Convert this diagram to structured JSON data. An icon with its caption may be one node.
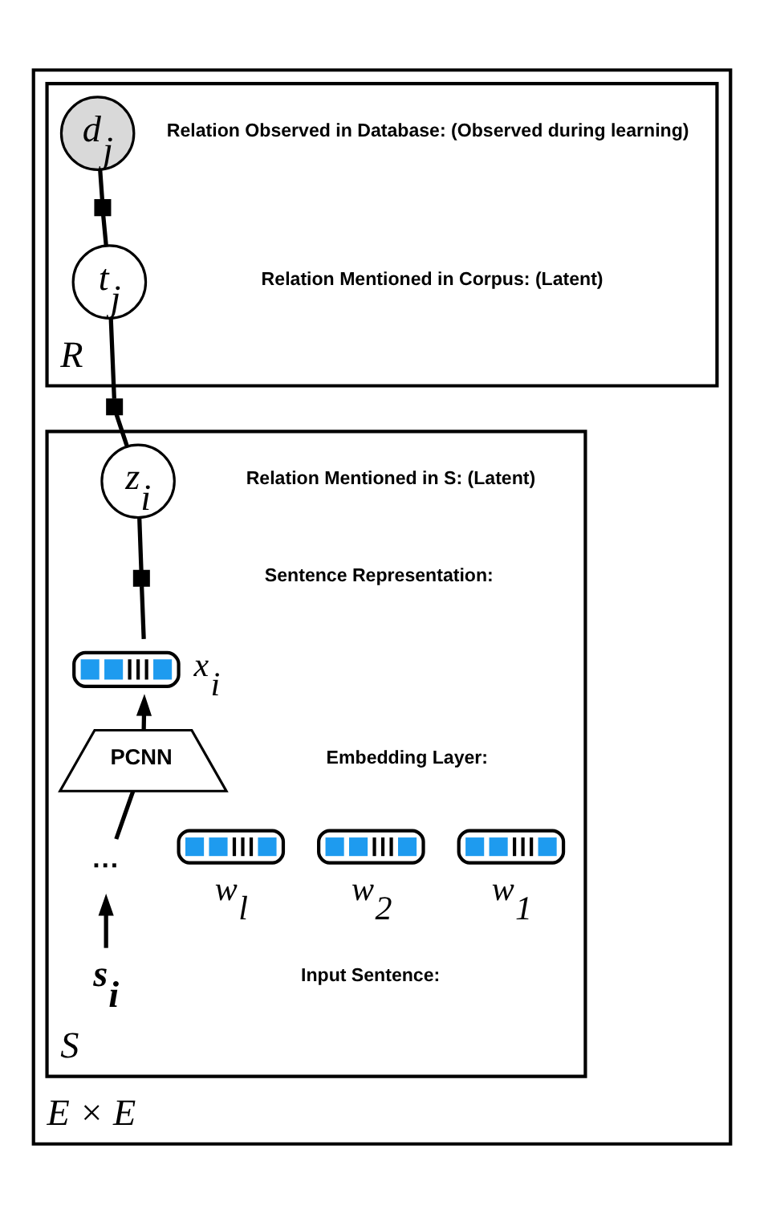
{
  "diagram": {
    "nodes": [
      {
        "text": [
          "E × E"
        ]
      },
      {
        "text": [
          "R"
        ],
        "in": 0
      },
      {
        "text": [
          "d$_{j}$"
        ],
        "in": 1
      },
      {
        "text": [],
        "shape": "box",
        "in": 1
      },
      {
        "text": [
          "t$_{j}$"
        ],
        "in": 1
      },
      {
        "text": [],
        "shape": "box",
        "in": 0
      },
      {
        "text": [
          "S"
        ],
        "in": 0
      },
      {
        "text": [
          "z$_{i}$"
        ],
        "in": 6
      },
      {
        "text": [],
        "shape": "box",
        "in": 6
      },
      {
        "text": [],
        "shape": "bar",
        "in": 6,
        "beside": [
          "x$_{i}$"
        ]
      },
      {
        "text": [
          "PCNN"
        ],
        "in": 6
      },
      {
        "text": [],
        "shape": "bar",
        "in": 6,
        "beside": [
          "w$_{1}$"
        ]
      },
      {
        "text": [],
        "shape": "bar",
        "in": 6,
        "beside": [
          "w$_{2}$"
        ]
      },
      {
        "text": [
          "···"
        ],
        "in": 6
      },
      {
        "text": [],
        "shape": "bar",
        "in": 6,
        "beside": [
          "w$_{l}$"
        ]
      },
      {
        "text": [
          "s$_{i}$"
        ],
        "in": 6
      }
    ],
    "edges": [
      {
        "from": 9,
        "to": 8,
        "arrow": "none"
      },
      {
        "from": 8,
        "to": 7,
        "arrow": "none"
      },
      {
        "from": 7,
        "to": 5,
        "arrow": "none"
      },
      {
        "from": 5,
        "to": 4,
        "arrow": "none"
      },
      {
        "from": 4,
        "to": 3,
        "arrow": "none"
      },
      {
        "from": 3,
        "to": 2,
        "arrow": "none"
      },
      {
        "from": 10,
        "to": 9,
        "arrow": "to"
      },
      {
        "from": 13,
        "to": 10,
        "arrow": "none"
      },
      {
        "from": 15,
        "to": 13,
        "arrow": "to"
      }
    ],
    "labels": [
      "Relation Observed in Database: (Observed during learning)",
      "Relation Mentioned in Corpus: (Latent)",
      "Relation Mentioned in S: (Latent)",
      "Sentence Representation:",
      "Embedding Layer:",
      "Input Sentence:"
    ]
  }
}
